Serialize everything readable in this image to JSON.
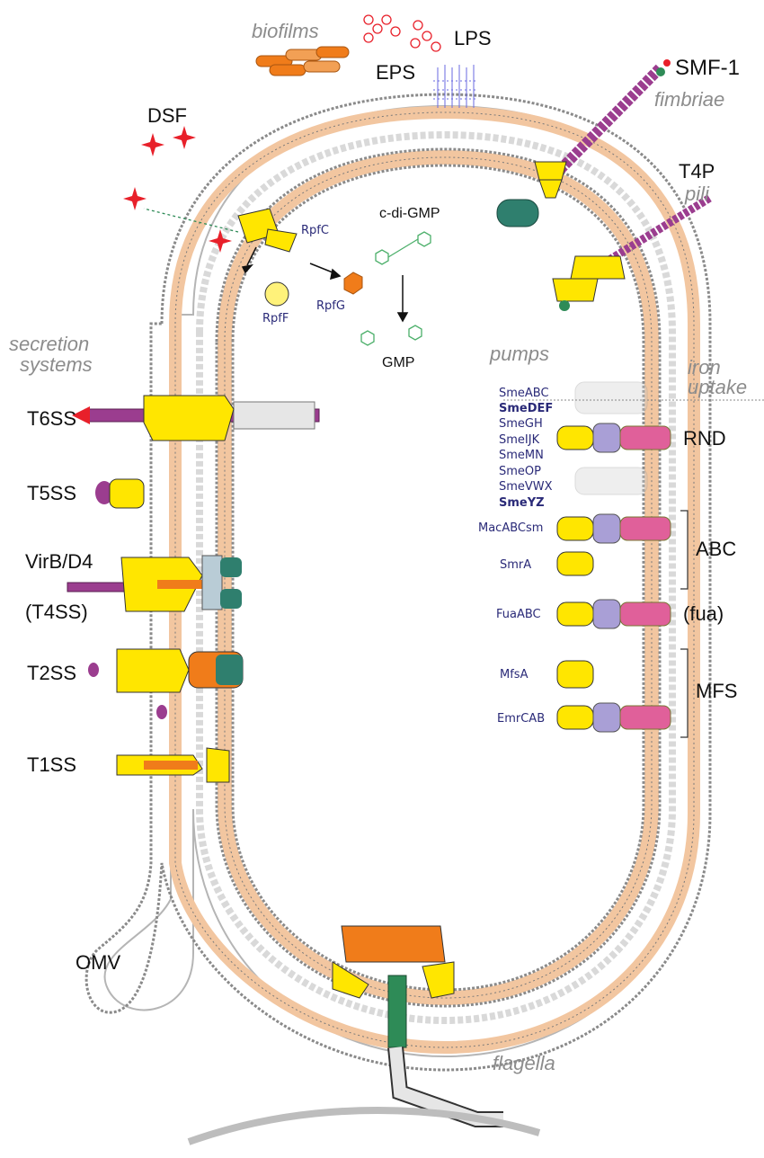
{
  "labels": {
    "biofilms": "biofilms",
    "eps": "EPS",
    "lps": "LPS",
    "smf1": "SMF-1",
    "fimbriae": "fimbriae",
    "dsf": "DSF",
    "t4p": "T4P",
    "pili": "pili",
    "rpfc": "RpfC",
    "rpff": "RpfF",
    "rpfg": "RpfG",
    "cdigmp": "c-di-GMP",
    "gmp": "GMP",
    "secretion_line1": "secretion",
    "secretion_line2": "systems",
    "pumps": "pumps",
    "iron_line1": "iron",
    "iron_line2": "uptake",
    "t6ss": "T6SS",
    "t5ss": "T5SS",
    "virb": "VirB/D4",
    "t4ss": "(T4SS)",
    "t2ss": "T2SS",
    "t1ss": "T1SS",
    "omv": "OMV",
    "flagella": "flagella",
    "rnd": "RND",
    "abc": "ABC",
    "fua": "(fua)",
    "mfs": "MFS"
  },
  "rnd_pumps": [
    "SmeABC",
    "SmeDEF",
    "SmeGH",
    "SmeIJK",
    "SmeMN",
    "SmeOP",
    "SmeVWX",
    "SmeYZ"
  ],
  "abc_pumps": [
    "MacABCsm",
    "SmrA"
  ],
  "fua_pumps": [
    "FuaABC"
  ],
  "mfs_pumps": [
    "MfsA",
    "EmrCAB"
  ],
  "colors": {
    "membrane": "#f2c6a0",
    "lipid_head": "#ffffff",
    "lipid_stroke": "#7a7a7a",
    "peptidoglycan": "#d9d9d9",
    "yellow_protein": "#ffe600",
    "orange_protein": "#f07c1a",
    "purple_protein": "#9b3d8f",
    "pink_protein": "#e0609a",
    "lilac_protein": "#a99fd6",
    "teal_protein": "#2f7f6e",
    "green_molecule": "#4caf6a",
    "red_star": "#e8202a",
    "label_blue": "#2a2a78",
    "label_grey": "#8c8c8c"
  }
}
